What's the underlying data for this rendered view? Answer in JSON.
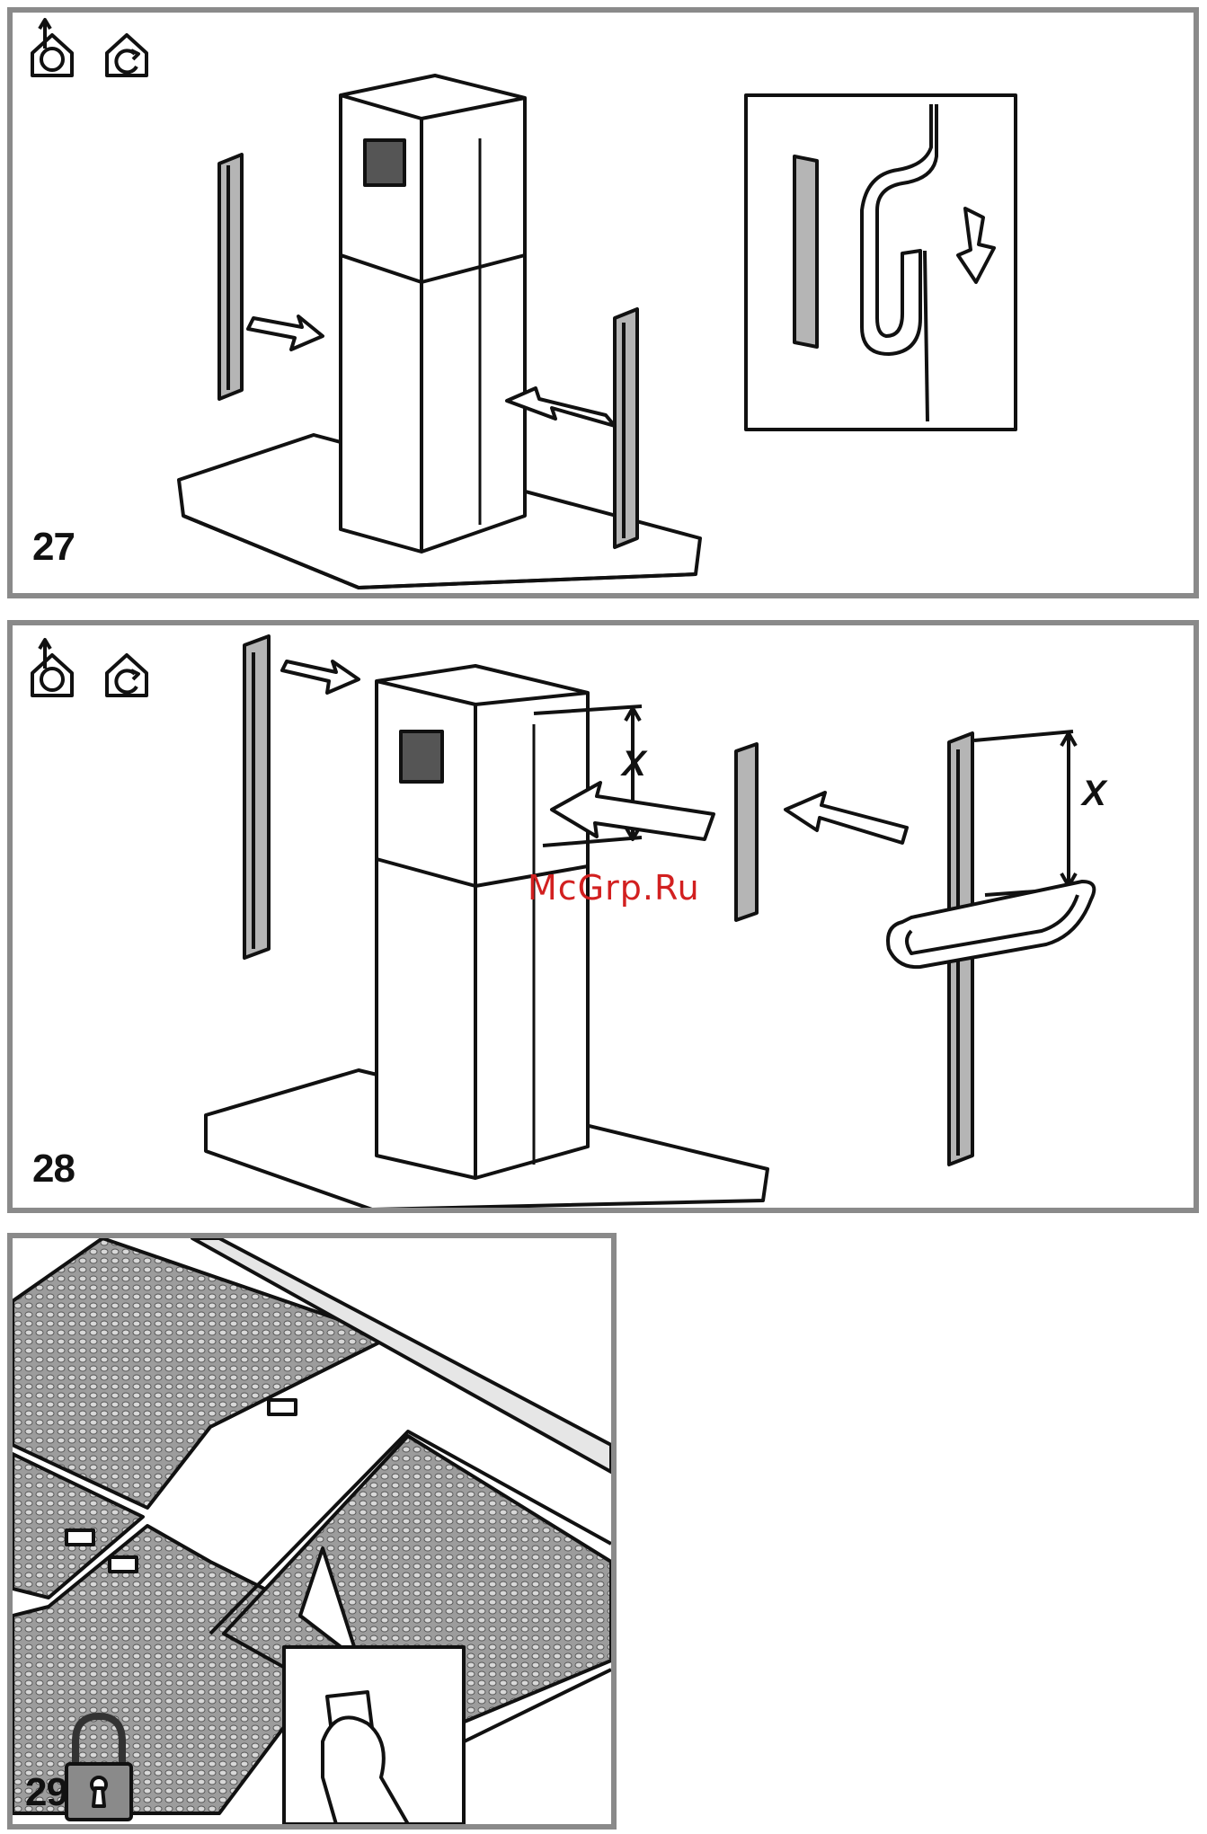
{
  "steps": [
    {
      "number": "27",
      "icons": [
        "ducted-mode-icon",
        "recirculation-mode-icon"
      ]
    },
    {
      "number": "28",
      "icons": [
        "ducted-mode-icon",
        "recirculation-mode-icon"
      ],
      "dimension_label": "X"
    },
    {
      "number": "29",
      "icons": [
        "padlock-icon"
      ]
    }
  ],
  "watermark": "McGrp.Ru",
  "colors": {
    "frame": "#8a8a8a",
    "line": "#111111",
    "metal": "#b5b5b5",
    "watermark": "#d22020"
  }
}
